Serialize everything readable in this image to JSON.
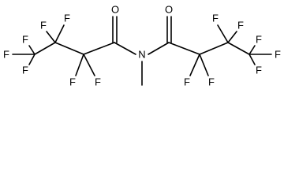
{
  "structure": {
    "atoms": {
      "f_left_end_top": "F",
      "f_left_end_left": "F",
      "f_left_end_bottom": "F",
      "f_left_mid_top_1": "F",
      "f_left_mid_top_2": "F",
      "f_left_inner_bottom_1": "F",
      "f_left_inner_bottom_2": "F",
      "o_left": "O",
      "nitrogen": "N",
      "o_right": "O",
      "f_right_inner_bottom_1": "F",
      "f_right_inner_bottom_2": "F",
      "f_right_mid_top_1": "F",
      "f_right_mid_top_2": "F",
      "f_right_end_top": "F",
      "f_right_end_right": "F",
      "f_right_end_bottom": "F"
    }
  }
}
